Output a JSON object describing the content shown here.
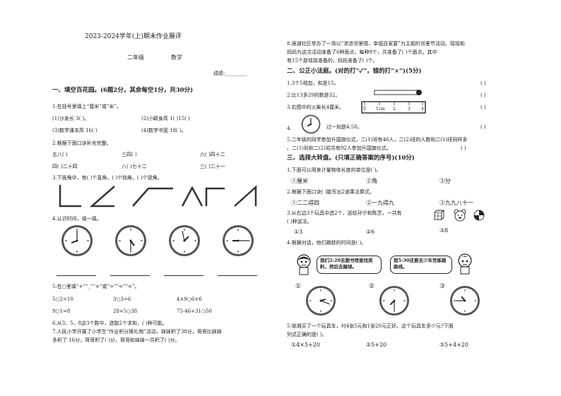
{
  "header": {
    "title": "2023-2024学年(上)期末作业展评",
    "grade": "二年级",
    "subject": "数学",
    "score_label": "成绩:_________"
  },
  "part1": {
    "heading": "一、填空百花园。(6题2分，其余每空1分，共30分)",
    "q1": {
      "text": "1.在括号里填上“厘米”或“米”。",
      "items": [
        "(1)沙发长 3(        )。",
        "(2)小颖身高 1(        )15(        )",
        "(3)数学课本高 16(        )",
        "(4)数学书宽 18(        )。"
      ]
    },
    "q2": {
      "text": "2.根据下面口诀补充完整。",
      "row1": [
        "五八(        )",
        "三四(        )",
        "六(        )四十二"
      ],
      "row2": [
        "四(        )二十四",
        "八(        )七十二",
        "三(        )二十一"
      ]
    },
    "q3": {
      "text": "3.下面角中，有(        )个直角，(        )个钝角，(        )个锐角。"
    },
    "q4": {
      "text": "4.认识时间，填一填。"
    },
    "q5": {
      "text": "5.在○里填“+”“_”“×”或“>”“<”“=”。",
      "row1": [
        "5○2=10",
        "3○3=6",
        "4×9○6×6"
      ],
      "row2": [
        "9○1=8",
        "28+5○38",
        "75-46+31○50"
      ]
    },
    "q6": {
      "text": "6.从3、5、8这3个数中，选取2个求和，(        )种可能。"
    },
    "q7": {
      "lines": [
        "7.人民小学开展了小学生“作业积分换礼物”活动，妹妹积了38分，哥哥比妹妹",
        "多积了 16分，哥哥积了(        )分，哥哥和妹妹一共积了(        )分。"
      ]
    }
  },
  "right": {
    "q8": {
      "lines": [
        "8.莲湖社区举办了一场以“浓浓邻里情，幸福百家宴”为主题的邻里节活动。瑶瑶和",
        "妈妈为这次活动准备了6种面点，每种9个，共准备了(        )个面点。其中",
        "有15个是瑶瑶准备的，妈妈准备了(        )个。"
      ]
    },
    "part2": {
      "heading": "二、公正小法庭。(对的打“✓”，错的打“×”)(5分)",
      "items": [
        "1.3个5相加，和是15。",
        "2.比13多29的数是32。",
        "3.右图中的火柴长4厘米。",
        "过一刻是4:50。",
        "5.二年级的同学参加升国旗仪式，二(1)班有46人，二(2)班的人数和二(1)班同样多",
        "。二(1)班和二(2)班共有92人参加升国旗仪式。"
      ],
      "q4_num": "4.",
      "ruler_labels": [
        "0",
        "1cm",
        "2",
        "3",
        "4"
      ],
      "paren": "(        )"
    },
    "part3": {
      "heading": "三、选择大转盘。(只填正确答案的序号)(10分)",
      "q1": {
        "text": "1.下面可以用来计量物体长度的单位是(        )。",
        "opts": [
          "①厘米",
          "②角",
          "③分"
        ]
      },
      "q2": {
        "text": "2.根据下面口诀(        )能写出2道乘法算式。",
        "opts": [
          "①二二得四",
          "②一九得九",
          "③九九八十一"
        ]
      },
      "q3": {
        "text": "3.从右边3个玩具中选2个，送给孙宁和陈灵，一共有",
        "text2": "(        )种送法。",
        "opts": [
          "①3",
          "②6",
          "③8"
        ]
      },
      "q4": {
        "text": "4.根据对话，他们跟踪的时间是(        )。",
        "bubble1": "我们2:20去图书馆查找资料，然后去踢球。",
        "bubble2": "我5:30还要去少年宫练路路线。",
        "nums": [
          "①",
          "②",
          "③"
        ]
      },
      "q5": {
        "lines": [
          "5.徐湘买了一个玩具车，付4张5元和1张20元正好。这个玩具车多少元?下面",
          "列式正确的是(        )。"
        ],
        "opts": [
          "①4×5+20",
          "②5+20",
          "③5+4+20"
        ]
      }
    }
  }
}
